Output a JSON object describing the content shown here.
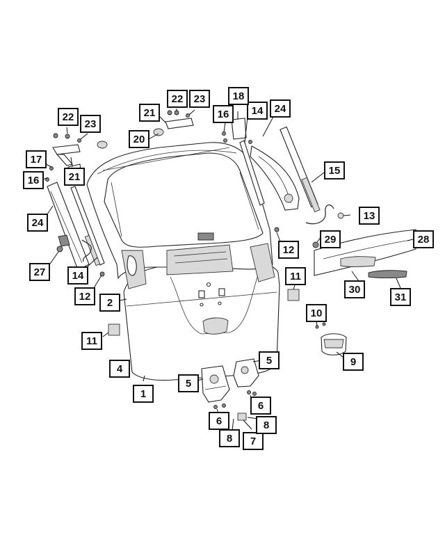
{
  "diagram": {
    "callouts": [
      {
        "id": "c1",
        "label": "1"
      },
      {
        "id": "c2",
        "label": "2"
      },
      {
        "id": "c4",
        "label": "4"
      },
      {
        "id": "c5a",
        "label": "5"
      },
      {
        "id": "c5b",
        "label": "5"
      },
      {
        "id": "c6a",
        "label": "6"
      },
      {
        "id": "c6b",
        "label": "6"
      },
      {
        "id": "c7",
        "label": "7"
      },
      {
        "id": "c8a",
        "label": "8"
      },
      {
        "id": "c8b",
        "label": "8"
      },
      {
        "id": "c9",
        "label": "9"
      },
      {
        "id": "c10",
        "label": "10"
      },
      {
        "id": "c11a",
        "label": "11"
      },
      {
        "id": "c11b",
        "label": "11"
      },
      {
        "id": "c12a",
        "label": "12"
      },
      {
        "id": "c12b",
        "label": "12"
      },
      {
        "id": "c13",
        "label": "13"
      },
      {
        "id": "c14a",
        "label": "14"
      },
      {
        "id": "c14b",
        "label": "14"
      },
      {
        "id": "c15",
        "label": "15"
      },
      {
        "id": "c16a",
        "label": "16"
      },
      {
        "id": "c16b",
        "label": "16"
      },
      {
        "id": "c17",
        "label": "17"
      },
      {
        "id": "c18",
        "label": "18"
      },
      {
        "id": "c20",
        "label": "20"
      },
      {
        "id": "c21a",
        "label": "21"
      },
      {
        "id": "c21b",
        "label": "21"
      },
      {
        "id": "c22a",
        "label": "22"
      },
      {
        "id": "c22b",
        "label": "22"
      },
      {
        "id": "c23a",
        "label": "23"
      },
      {
        "id": "c23b",
        "label": "23"
      },
      {
        "id": "c24a",
        "label": "24"
      },
      {
        "id": "c24b",
        "label": "24"
      },
      {
        "id": "c27",
        "label": "27"
      },
      {
        "id": "c28",
        "label": "28"
      },
      {
        "id": "c29",
        "label": "29"
      },
      {
        "id": "c30",
        "label": "30"
      },
      {
        "id": "c31",
        "label": "31"
      }
    ]
  }
}
